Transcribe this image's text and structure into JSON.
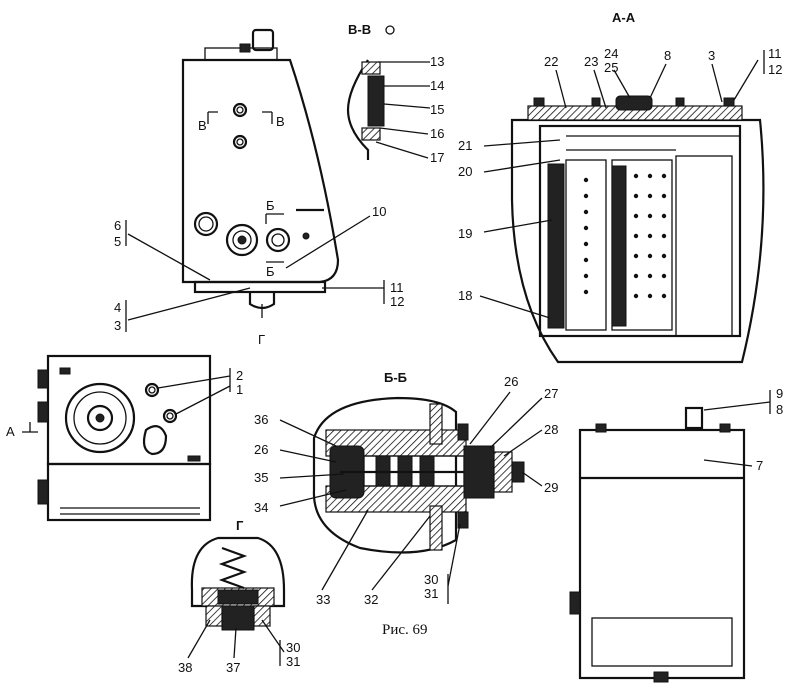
{
  "figure": {
    "caption": "Рис. 69"
  },
  "sections": {
    "aa": "А-А",
    "bb": "Б-Б",
    "vv": "В-В",
    "g": "Г",
    "a_mark": "А",
    "b_mark_top": "Б",
    "b_mark_bottom": "Б",
    "v_mark_left": "В",
    "v_mark_right": "В"
  },
  "labels": {
    "front_left": [
      "6",
      "5",
      "4",
      "3",
      "10",
      "11",
      "12"
    ],
    "vv_labels": [
      "13",
      "14",
      "15",
      "16",
      "17"
    ],
    "aa_labels": [
      "22",
      "23",
      "24",
      "25",
      "8",
      "3",
      "11",
      "12",
      "21",
      "20",
      "19",
      "18"
    ],
    "side_labels": [
      "2",
      "1"
    ],
    "bb_labels": [
      "36",
      "26",
      "35",
      "34",
      "33",
      "32",
      "26",
      "27",
      "28",
      "29",
      "30",
      "31"
    ],
    "g_labels": [
      "38",
      "37",
      "30",
      "31"
    ],
    "right_labels": [
      "9",
      "8",
      "7"
    ]
  }
}
